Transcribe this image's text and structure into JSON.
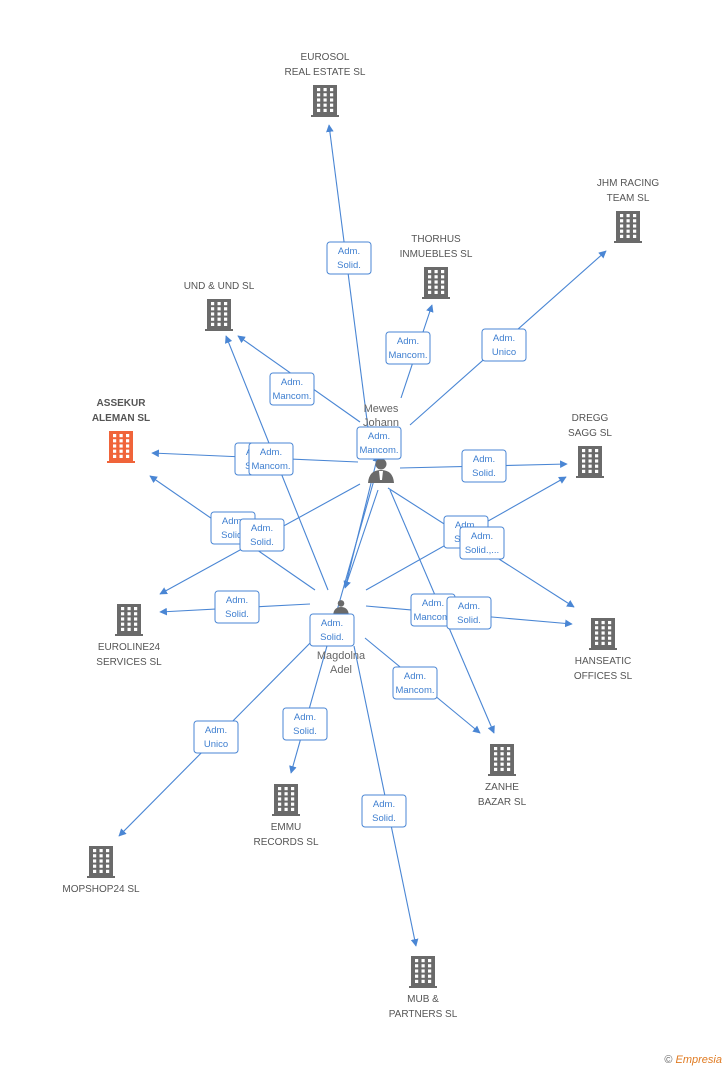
{
  "colors": {
    "edge": "#4a86d4",
    "company": "#6a6a6a",
    "highlight": "#f0643a",
    "person": "#6a6a6a"
  },
  "persons": [
    {
      "id": "mewes",
      "lines": [
        "Mewes",
        "Johann"
      ]
    },
    {
      "id": "magdolna",
      "lines": [
        "Magdolna",
        "Adel"
      ]
    }
  ],
  "companies": [
    {
      "id": "eurosol",
      "lines": [
        "EUROSOL",
        "REAL ESTATE SL"
      ],
      "icon": "building-icon"
    },
    {
      "id": "jhm",
      "lines": [
        "JHM RACING",
        "TEAM SL"
      ],
      "icon": "building-icon"
    },
    {
      "id": "thorhus",
      "lines": [
        "THORHUS",
        "INMUEBLES SL"
      ],
      "icon": "building-icon"
    },
    {
      "id": "und",
      "lines": [
        "UND & UND SL"
      ],
      "icon": "building-icon"
    },
    {
      "id": "assekur",
      "lines": [
        "ASSEKUR",
        "ALEMAN SL"
      ],
      "icon": "building-icon",
      "highlight": true
    },
    {
      "id": "dregg",
      "lines": [
        "DREGG",
        "SAGG SL"
      ],
      "icon": "building-icon"
    },
    {
      "id": "euroline",
      "lines": [
        "EUROLINE24",
        "SERVICES SL"
      ],
      "icon": "building-icon"
    },
    {
      "id": "hanseatic",
      "lines": [
        "HANSEATIC",
        "OFFICES  SL"
      ],
      "icon": "building-icon"
    },
    {
      "id": "zanhe",
      "lines": [
        "ZANHE",
        "BAZAR SL"
      ],
      "icon": "building-icon"
    },
    {
      "id": "emmu",
      "lines": [
        "EMMU",
        "RECORDS SL"
      ],
      "icon": "building-icon"
    },
    {
      "id": "mopshop",
      "lines": [
        "MOPSHOP24  SL"
      ],
      "icon": "building-icon"
    },
    {
      "id": "mub",
      "lines": [
        "MUB &",
        "PARTNERS  SL"
      ],
      "icon": "building-icon"
    }
  ],
  "edges": [
    {
      "from": "mewes",
      "to": "eurosol",
      "lines": [
        "Adm.",
        "Solid."
      ]
    },
    {
      "from": "mewes",
      "to": "jhm",
      "lines": [
        "Adm.",
        "Unico"
      ]
    },
    {
      "from": "mewes",
      "to": "thorhus",
      "lines": [
        "Adm.",
        "Mancom."
      ]
    },
    {
      "from": "mewes",
      "to": "und",
      "lines": [
        "Adm.",
        "Mancom."
      ]
    },
    {
      "from": "mewes",
      "to": "assekur",
      "lines": [
        "Adm.",
        "Solid."
      ]
    },
    {
      "from": "magdolna",
      "to": "assekur",
      "lines": [
        "Adm.",
        "Mancom."
      ]
    },
    {
      "from": "mewes",
      "to": "dregg",
      "lines": [
        "Adm.",
        "Solid."
      ]
    },
    {
      "from": "mewes",
      "to": "euroline",
      "lines": [
        "Adm.",
        "Solid."
      ]
    },
    {
      "from": "magdolna",
      "to": "und",
      "lines": [
        "Adm.",
        "Solid."
      ]
    },
    {
      "from": "magdolna",
      "to": "dregg",
      "lines": [
        "Adm.",
        "Solid."
      ]
    },
    {
      "from": "mewes",
      "to": "hanseatic",
      "lines": [
        "Adm.",
        "Solid.,..."
      ]
    },
    {
      "from": "magdolna",
      "to": "euroline",
      "lines": [
        "Adm.",
        "Solid."
      ]
    },
    {
      "from": "magdolna",
      "to": "hanseatic",
      "lines": [
        "Adm.",
        "Mancom."
      ]
    },
    {
      "from": "mewes",
      "to": "zanhe",
      "lines": [
        "Adm.",
        "Solid."
      ]
    },
    {
      "from": "magdolna",
      "to": "zanhe",
      "lines": [
        "Adm.",
        "Mancom."
      ]
    },
    {
      "from": "mewes",
      "to": "emmu",
      "lines": [
        "Adm.",
        "Solid."
      ]
    },
    {
      "from": "magdolna",
      "to": "mopshop",
      "lines": [
        "Adm.",
        "Unico"
      ]
    },
    {
      "from": "magdolna",
      "to": "mub",
      "lines": [
        "Adm.",
        "Solid."
      ]
    },
    {
      "from": "magdolna",
      "to": "mewes",
      "lines": [
        "Adm.",
        "Mancom."
      ]
    },
    {
      "from": "mewes",
      "to": "magdolna",
      "lines": [
        "Adm.",
        "Solid."
      ]
    }
  ],
  "watermark": {
    "symbol": "©",
    "brand": "Empresia"
  }
}
